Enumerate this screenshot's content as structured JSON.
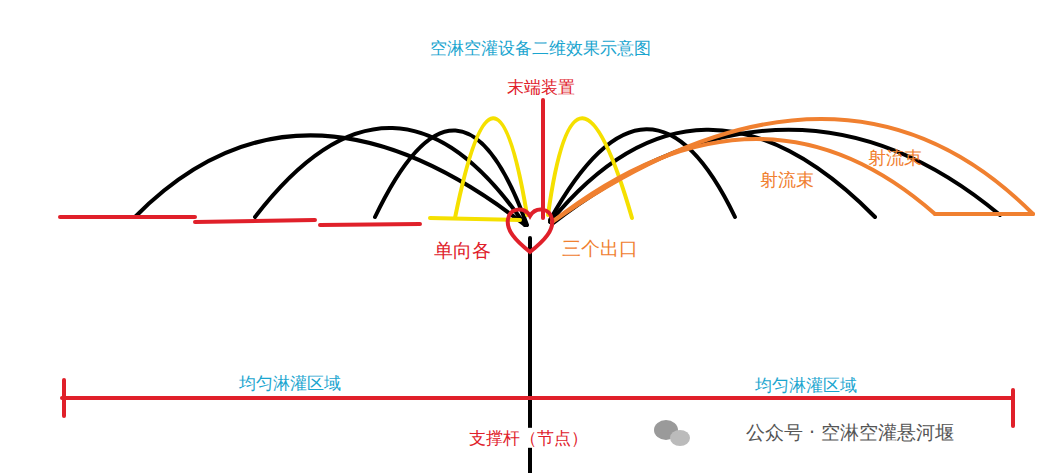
{
  "diagram": {
    "title": "空淋空灌设备二维效果示意图",
    "labels": [
      "末端装置",
      "单向各",
      "三个出口",
      "射流束",
      "射流束",
      "均匀淋灌区域",
      "均匀淋灌区域",
      "支撑杆（节点）",
      "公众号 · 空淋空灌悬河堰"
    ]
  }
}
